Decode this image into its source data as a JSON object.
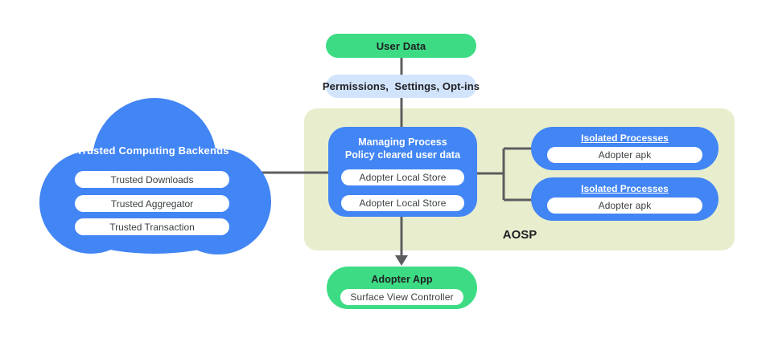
{
  "colors": {
    "blue": "#4285f4",
    "green": "#3ddc84",
    "light_blue": "#d2e3fc",
    "aosp_background": "#e8eecd",
    "connector_line": "#5b5d5f",
    "white_pill_text": "#3c4043",
    "dark_text": "#202124"
  },
  "user_data_label": "User Data",
  "permissions_label": "Permissions,  Settings, Opt-ins",
  "cloud": {
    "title": "Trusted Computing Backends",
    "pills": [
      "Trusted Downloads",
      "Trusted Aggregator",
      "Trusted Transaction"
    ]
  },
  "aosp": {
    "label": "AOSP",
    "managing_process": {
      "title": "Managing Process",
      "subtitle": "Policy cleared user data",
      "pills": [
        "Adopter Local Store",
        "Adopter Local Store"
      ]
    },
    "isolated_processes": [
      {
        "title": "Isolated Processes",
        "pill": "Adopter apk"
      },
      {
        "title": "Isolated Processes",
        "pill": "Adopter apk"
      }
    ]
  },
  "adopter_app": {
    "title": "Adopter App",
    "pill": "Surface View Controller"
  }
}
